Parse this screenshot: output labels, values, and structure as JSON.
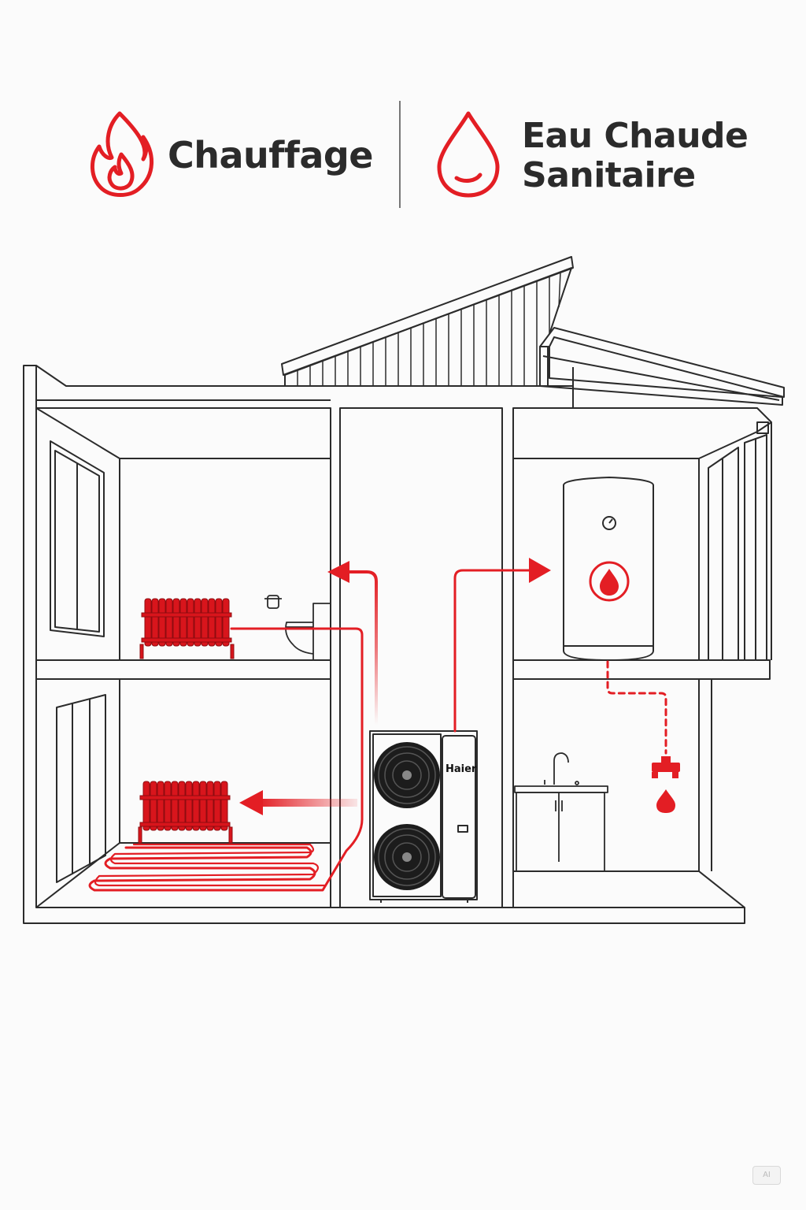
{
  "header": {
    "heating_label": "Chauffage",
    "dhw_label_line1": "Eau Chaude",
    "dhw_label_line2": "Sanitaire",
    "heating_icon": "flame-icon",
    "dhw_icon": "water-drop-icon"
  },
  "heat_pump": {
    "brand": "Haier"
  },
  "badge": {
    "text": "AI"
  },
  "colors": {
    "accent_red": "#e31e24",
    "line_dark": "#2b2b2b",
    "background": "#fbfbfb"
  }
}
